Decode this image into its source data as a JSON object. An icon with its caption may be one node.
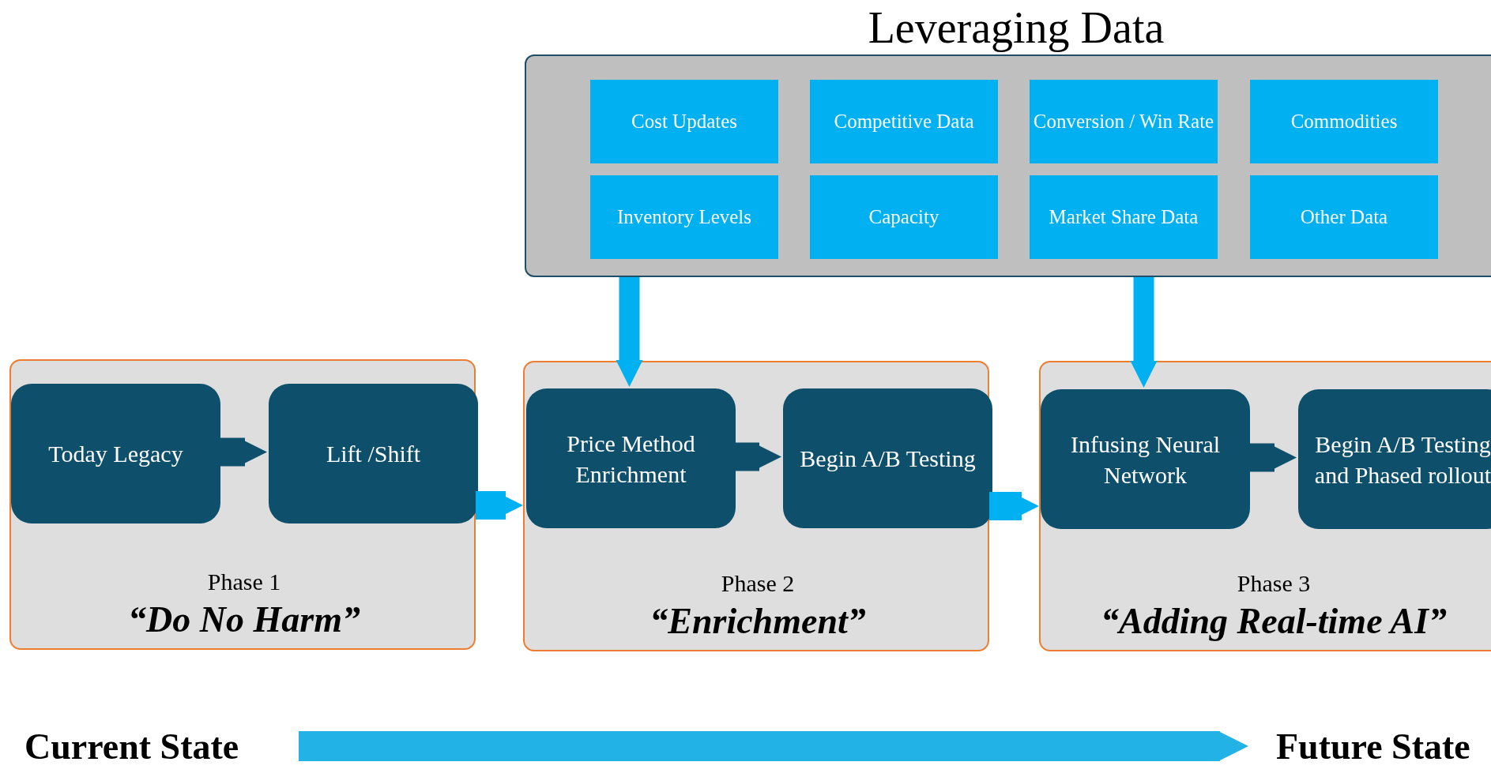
{
  "diagram": {
    "nodes": [
      {
        "text": [
          "Leveraging Data"
        ]
      },
      {
        "text": [
          "Cost Updates"
        ],
        "in": 0
      },
      {
        "text": [
          "Competitive Data"
        ],
        "in": 0
      },
      {
        "text": [
          "Conversion / Win Rate"
        ],
        "in": 0
      },
      {
        "text": [
          "Commodities"
        ],
        "in": 0
      },
      {
        "text": [
          "Inventory Levels"
        ],
        "in": 0
      },
      {
        "text": [
          "Capacity"
        ],
        "in": 0
      },
      {
        "text": [
          "Market Share Data"
        ],
        "in": 0
      },
      {
        "text": [
          "Other Data"
        ],
        "in": 0
      },
      {
        "text": [
          "Phase 1",
          "“Do No Harm”"
        ]
      },
      {
        "text": [
          "Today Legacy"
        ],
        "in": 9
      },
      {
        "text": [
          "Lift /Shift"
        ],
        "in": 9
      },
      {
        "text": [
          "Phase 2",
          "“Enrichment”"
        ]
      },
      {
        "text": [
          "Price Method Enrichment"
        ],
        "in": 12
      },
      {
        "text": [
          "Begin A/B Testing"
        ],
        "in": 12
      },
      {
        "text": [
          "Phase 3",
          "“Adding Real-time AI”"
        ]
      },
      {
        "text": [
          "Infusing Neural Network"
        ],
        "in": 15
      },
      {
        "text": [
          "Begin A/B Testing and Phased rollout"
        ],
        "in": 15
      },
      {
        "text": [
          "Current State"
        ]
      },
      {
        "text": [
          "Future State"
        ]
      }
    ],
    "edges": [
      {
        "from": 10,
        "to": 11,
        "arrow": "to",
        "color": "#0e4f6b"
      },
      {
        "from": 13,
        "to": 14,
        "arrow": "to",
        "color": "#0e4f6b"
      },
      {
        "from": 16,
        "to": 17,
        "arrow": "to",
        "color": "#0e4f6b"
      },
      {
        "from": 9,
        "to": 12,
        "arrow": "to"
      },
      {
        "from": 12,
        "to": 15,
        "arrow": "to"
      },
      {
        "from": 0,
        "to": 13,
        "arrow": "to"
      },
      {
        "from": 0,
        "to": 16,
        "arrow": "to"
      },
      {
        "from": 18,
        "to": 19,
        "arrow": "to",
        "color": "#23b2e6"
      }
    ]
  }
}
